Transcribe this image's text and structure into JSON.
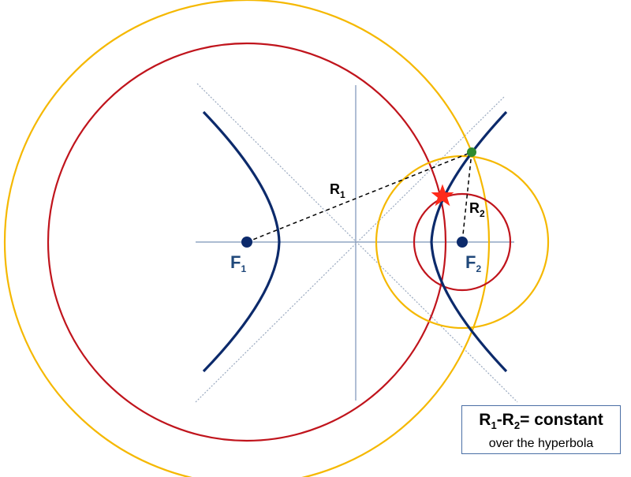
{
  "labels": {
    "focus1": "F",
    "focus1_sub": "1",
    "focus2": "F",
    "focus2_sub": "2",
    "r1": "R",
    "r1_sub": "1",
    "r2": "R",
    "r2_sub": "2"
  },
  "note": {
    "r1": "R",
    "r1_sub": "1",
    "dash": "-R",
    "r2_sub": "2",
    "tail": "= constant",
    "line2": "over the hyperbola"
  },
  "colors": {
    "hyperbola": "#0c2a6b",
    "axes": "#7a93b8",
    "asymptote": "#9aa9bf",
    "big_red_circle": "#c0141c",
    "big_yellow_circle": "#f5b800",
    "focus_dot": "#0c2a6b",
    "intersection_dot": "#2e8b2e",
    "star": "#ff2a1a"
  },
  "icons": {
    "star": "star-icon",
    "point": "dot-icon"
  }
}
